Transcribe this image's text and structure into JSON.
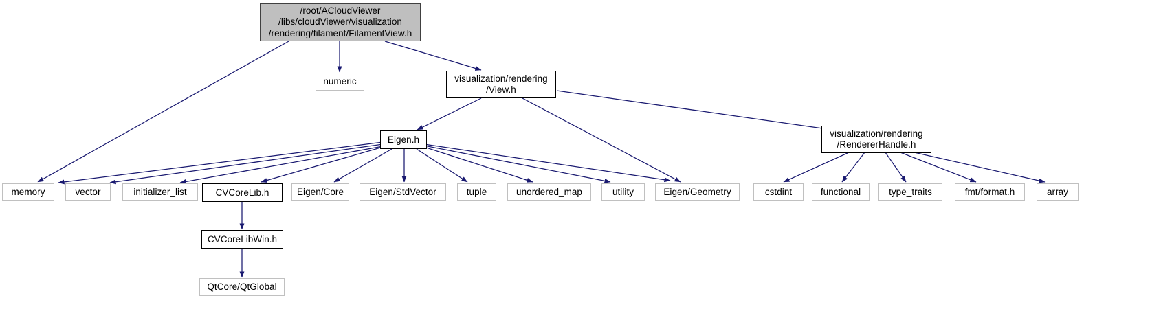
{
  "graph": {
    "type": "include-dependency-graph",
    "title": "/root/ACloudViewer/libs/cloudViewer/visualization/rendering/filament/FilamentView.h include graph",
    "edge_color": "#191970",
    "root_fill": "#bfbfbf",
    "node_fill": "#ffffff",
    "node_border": "#c0c0c0",
    "strong_border": "#000000",
    "nodes": [
      {
        "id": "root",
        "label": "/root/ACloudViewer\n/libs/cloudViewer/visualization\n/rendering/filament/FilamentView.h"
      },
      {
        "id": "numeric",
        "label": "numeric"
      },
      {
        "id": "view",
        "label": "visualization/rendering\n/View.h"
      },
      {
        "id": "eigen",
        "label": "Eigen.h"
      },
      {
        "id": "rendererhandle",
        "label": "visualization/rendering\n/RendererHandle.h"
      },
      {
        "id": "memory",
        "label": "memory"
      },
      {
        "id": "vector",
        "label": "vector"
      },
      {
        "id": "initializer_list",
        "label": "initializer_list"
      },
      {
        "id": "cvcorelib",
        "label": "CVCoreLib.h"
      },
      {
        "id": "eigen_core",
        "label": "Eigen/Core"
      },
      {
        "id": "eigen_stdvector",
        "label": "Eigen/StdVector"
      },
      {
        "id": "tuple",
        "label": "tuple"
      },
      {
        "id": "unordered_map",
        "label": "unordered_map"
      },
      {
        "id": "utility",
        "label": "utility"
      },
      {
        "id": "eigen_geometry",
        "label": "Eigen/Geometry"
      },
      {
        "id": "cstdint",
        "label": "cstdint"
      },
      {
        "id": "functional",
        "label": "functional"
      },
      {
        "id": "type_traits",
        "label": "type_traits"
      },
      {
        "id": "fmt_format",
        "label": "fmt/format.h"
      },
      {
        "id": "array",
        "label": "array"
      },
      {
        "id": "cvcorelibwin",
        "label": "CVCoreLibWin.h"
      },
      {
        "id": "qtglobal",
        "label": "QtCore/QtGlobal"
      }
    ],
    "edges": [
      {
        "from": "root",
        "to": "memory"
      },
      {
        "from": "root",
        "to": "numeric"
      },
      {
        "from": "root",
        "to": "view"
      },
      {
        "from": "view",
        "to": "eigen"
      },
      {
        "from": "view",
        "to": "eigen_geometry"
      },
      {
        "from": "view",
        "to": "rendererhandle"
      },
      {
        "from": "eigen",
        "to": "memory"
      },
      {
        "from": "eigen",
        "to": "vector"
      },
      {
        "from": "eigen",
        "to": "initializer_list"
      },
      {
        "from": "eigen",
        "to": "cvcorelib"
      },
      {
        "from": "eigen",
        "to": "eigen_core"
      },
      {
        "from": "eigen",
        "to": "eigen_stdvector"
      },
      {
        "from": "eigen",
        "to": "tuple"
      },
      {
        "from": "eigen",
        "to": "unordered_map"
      },
      {
        "from": "eigen",
        "to": "utility"
      },
      {
        "from": "eigen",
        "to": "eigen_geometry"
      },
      {
        "from": "rendererhandle",
        "to": "cstdint"
      },
      {
        "from": "rendererhandle",
        "to": "functional"
      },
      {
        "from": "rendererhandle",
        "to": "type_traits"
      },
      {
        "from": "rendererhandle",
        "to": "fmt_format"
      },
      {
        "from": "rendererhandle",
        "to": "array"
      },
      {
        "from": "cvcorelib",
        "to": "cvcorelibwin"
      },
      {
        "from": "cvcorelibwin",
        "to": "qtglobal"
      }
    ]
  }
}
